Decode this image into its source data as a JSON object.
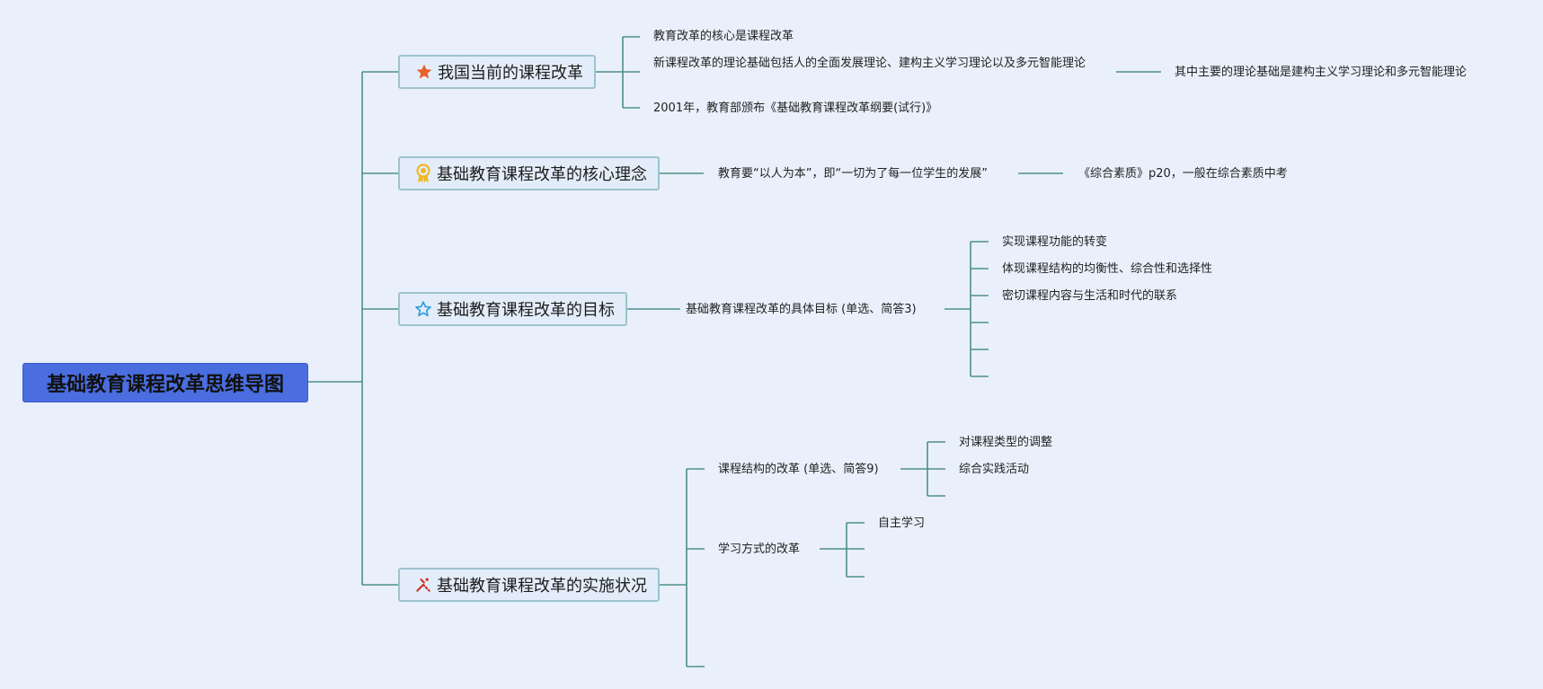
{
  "root": {
    "label": "基础教育课程改革思维导图"
  },
  "branches": {
    "b1": {
      "label": "我国当前的课程改革",
      "icon": "star-icon",
      "items": [
        "教育改革的核心是课程改革",
        "新课程改革的理论基础包括人的全面发展理论、建构主义学习理论以及多元智能理论",
        "2001年，教育部颁布《基础教育课程改革纲要(试行)》"
      ],
      "note": "其中主要的理论基础是建构主义学习理论和多元智能理论"
    },
    "b2": {
      "label": "基础教育课程改革的核心理念",
      "icon": "medal-icon",
      "item": "教育要“以人为本”，即“一切为了每一位学生的发展”",
      "note": "《综合素质》p20，一般在综合素质中考"
    },
    "b3": {
      "label": "基础教育课程改革的目标",
      "icon": "star-outline-icon",
      "item": "基础教育课程改革的具体目标 (单选、简答3)",
      "children": [
        "实现课程功能的转变",
        "体现课程结构的均衡性、综合性和选择性",
        "密切课程内容与生活和时代的联系"
      ]
    },
    "b4": {
      "label": "基础教育课程改革的实施状况",
      "icon": "tools-icon",
      "structure": {
        "label": "课程结构的改革 (单选、简答9)",
        "children": [
          "对课程类型的调整",
          "综合实践活动"
        ]
      },
      "learning": {
        "label": "学习方式的改革",
        "children": [
          "自主学习"
        ]
      }
    }
  },
  "colors": {
    "background": "#e9f0fb",
    "root_fill": "#4a6ee0",
    "node_fill": "#e3edf9",
    "node_border": "#9cc3cf",
    "connector": "#4f8f8a",
    "star": "#e8612c",
    "medal": "#f2b622",
    "star_outline": "#2d9be0",
    "tools": "#d0312d"
  }
}
